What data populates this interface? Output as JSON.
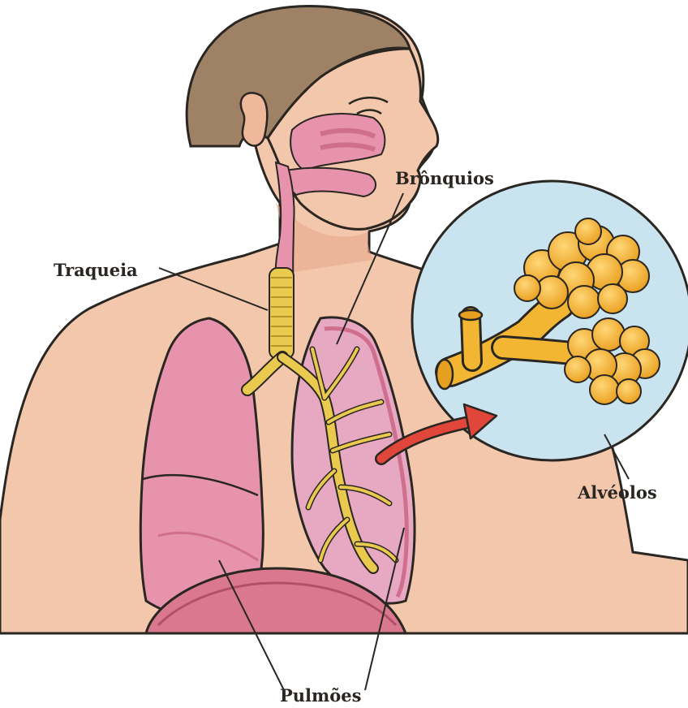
{
  "diagram": {
    "labels": {
      "traqueia": "Traqueia",
      "bronquios": "Brônquios",
      "alveolos": "Alvéolos",
      "pulmoes": "Pulmões"
    },
    "colors": {
      "skin": "#f3c7ac",
      "skin_shadow": "#e7a98c",
      "hair": "#9f8266",
      "lung": "#e793ad",
      "lung_dark": "#cf6f8d",
      "airway": "#e9c94e",
      "alveoli": "#f2b632",
      "inset_bg": "#c9e4ef",
      "arrow": "#e0463a",
      "line": "#2a2622"
    }
  }
}
